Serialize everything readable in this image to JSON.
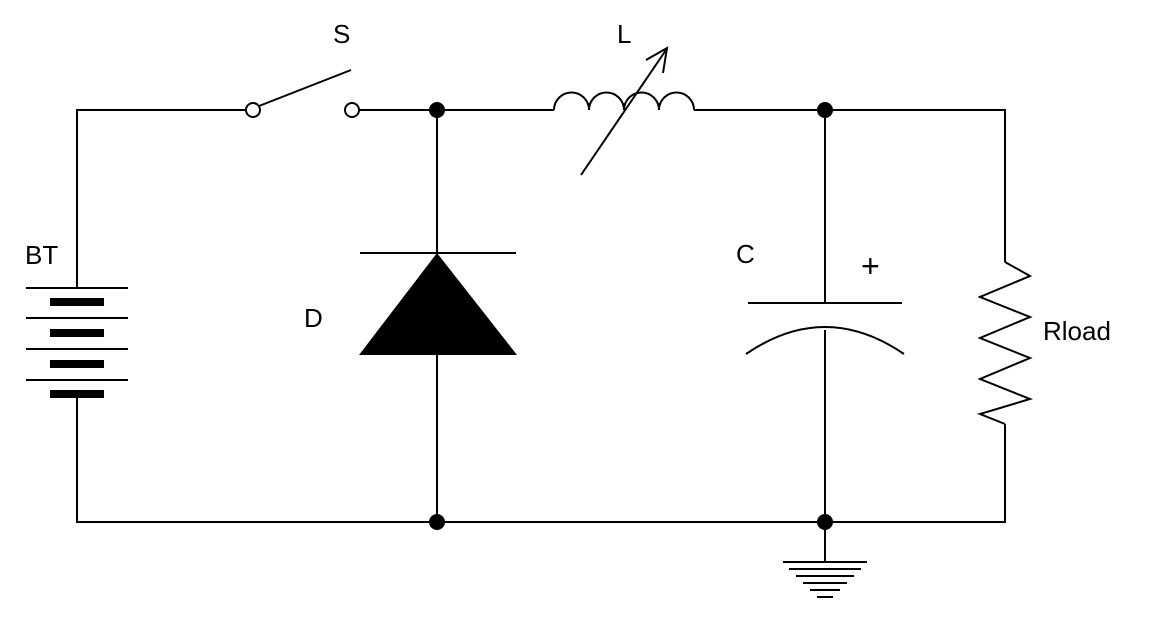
{
  "diagram": {
    "type": "circuit-schematic",
    "labels": {
      "switch": "S",
      "inductor": "L",
      "battery": "BT",
      "diode": "D",
      "capacitor": "C",
      "capacitor_polarity": "+",
      "load": "Rload"
    },
    "components": [
      {
        "id": "battery",
        "kind": "battery",
        "cells": 4
      },
      {
        "id": "switch",
        "kind": "spst-switch",
        "state": "open"
      },
      {
        "id": "diode",
        "kind": "diode"
      },
      {
        "id": "inductor",
        "kind": "variable-inductor"
      },
      {
        "id": "capacitor",
        "kind": "polarized-capacitor"
      },
      {
        "id": "load",
        "kind": "resistor"
      },
      {
        "id": "ground",
        "kind": "ground"
      }
    ],
    "colors": {
      "stroke": "#000000",
      "background": "#ffffff"
    }
  }
}
